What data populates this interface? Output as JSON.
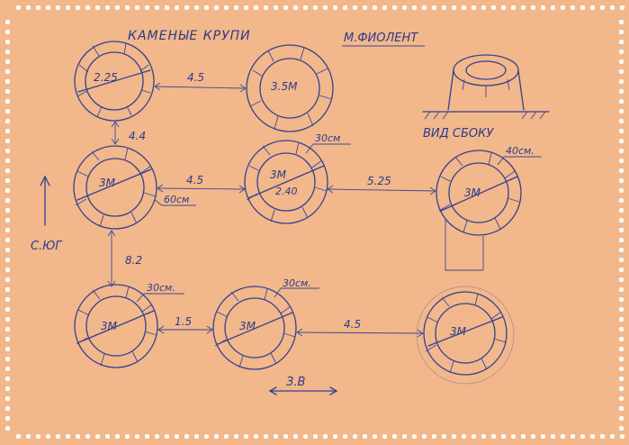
{
  "title": "КАМЕНЫЕ КРУПИ",
  "location": "М.ФИОЛЕНТ",
  "side_view_label": "ВИД СБОКУ",
  "compass_label": "С.ЮГ",
  "east_west_label": "З.В",
  "rings": [
    {
      "id": "r1",
      "label": "2.25"
    },
    {
      "id": "r2",
      "label": "3.5М"
    },
    {
      "id": "r3",
      "label": "3М"
    },
    {
      "id": "r4",
      "label": "3М",
      "sublabel": "2.40"
    },
    {
      "id": "r5",
      "label": "3М"
    },
    {
      "id": "r6",
      "label": "3М"
    },
    {
      "id": "r7",
      "label": "3М"
    },
    {
      "id": "r8",
      "label": "3М"
    }
  ],
  "distances": {
    "r1_r2": "4.5",
    "r1_r3": "4.4",
    "r3_r4": "4.5",
    "r4_r5": "5.25",
    "r3_r6": "8.2",
    "r6_r7": "1.5",
    "r7_r8": "4.5"
  },
  "wall_thickness": {
    "r4": "30см",
    "r5": "40см.",
    "r3": "60см",
    "r6": "30см.",
    "r7": "30см."
  },
  "colors": {
    "paper": "#f2b78a",
    "ink": "#33418f"
  }
}
